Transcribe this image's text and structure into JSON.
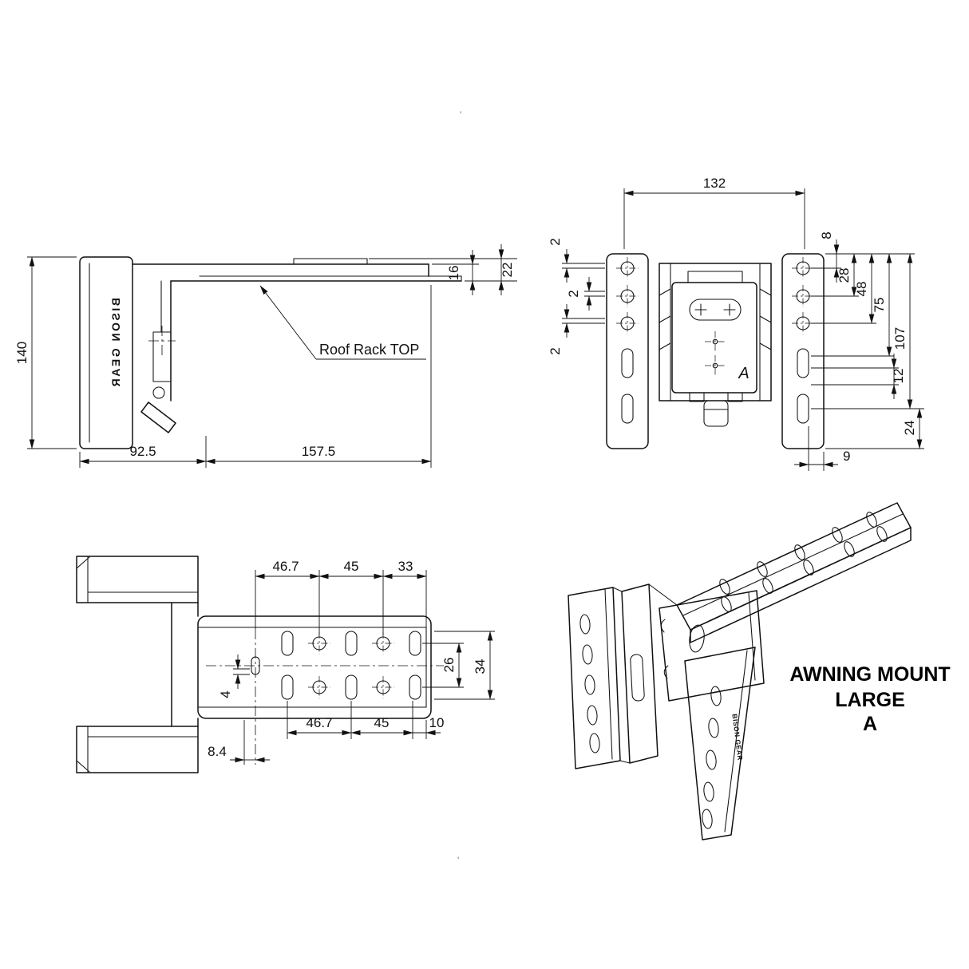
{
  "drawing": {
    "side": {
      "brand": "BISON GEAR",
      "leader_label": "Roof Rack TOP",
      "dim_height": "140",
      "dim_left": "92.5",
      "dim_right": "157.5",
      "dim_thickness": "16",
      "dim_total_thickness": "22"
    },
    "front": {
      "dim_width": "132",
      "dim_offset_a": "2",
      "dim_offset_b": "2",
      "dim_offset_c": "2",
      "dim_8": "8",
      "dim_28": "28",
      "dim_48": "48",
      "dim_75": "75",
      "dim_107": "107",
      "dim_12": "12",
      "dim_24": "24",
      "dim_9": "9",
      "marker": "A"
    },
    "top": {
      "dim_top_a": "46.7",
      "dim_top_b": "45",
      "dim_top_c": "33",
      "dim_26": "26",
      "dim_34": "34",
      "dim_4": "4",
      "dim_bottom_a": "46.7",
      "dim_bottom_b": "45",
      "dim_bottom_c": "10",
      "dim_84": "8.4"
    },
    "iso": {
      "brand": "BISON GEAR",
      "title_line1": "AWNING MOUNT",
      "title_line2": "LARGE",
      "title_line3": "A"
    },
    "marks": {
      "top": "'",
      "bottom": "'"
    }
  }
}
